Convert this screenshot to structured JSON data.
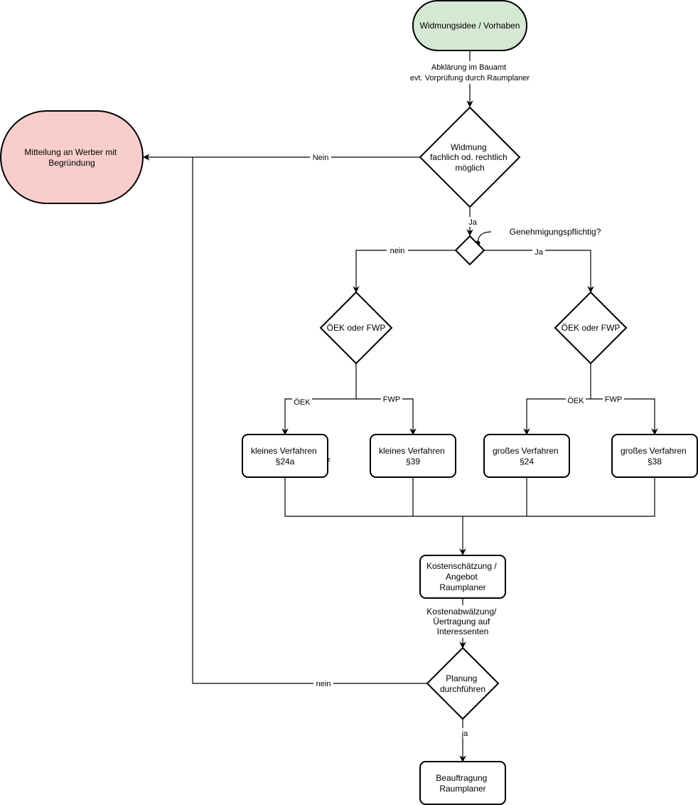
{
  "colors": {
    "start_fill": "#d5e8d4",
    "start_stroke": "#82b366",
    "end_fill": "#f8cecc",
    "end_stroke": "#b85450"
  },
  "nodes": {
    "start": "Widmungsidee / Vorhaben",
    "notification": [
      "Mitteilung an Werber mit",
      "Begründung"
    ],
    "decision_possible": [
      "Widmung",
      "fachlich od. rechtlich",
      "möglich"
    ],
    "approval_note": "Genehmigungspflichtig?",
    "oek_fwp_left": "ÖEK oder FWP",
    "oek_fwp_right": "ÖEK oder FWP",
    "small_24a": [
      "kleines Verfahren",
      "§24a"
    ],
    "small_39": [
      "kleines Verfahren",
      "§39"
    ],
    "large_24": [
      "großes Verfahren",
      "§24"
    ],
    "large_38": [
      "großes Verfahren",
      "§38"
    ],
    "cost": [
      "Kostenschätzung /",
      "Angebot",
      "Raumplaner"
    ],
    "planning": [
      "Planung",
      "durchführen"
    ],
    "commission": [
      "Beauftragung",
      "Raumplaner"
    ]
  },
  "edge_labels": {
    "clarification": [
      "Abklärung im Bauamt",
      "evt. Vorprüfung durch Raumplaner"
    ],
    "no_possible": "Nein",
    "yes_possible": "Ja",
    "approval_no": "nein",
    "approval_yes": "Ja",
    "left_oek": "ÖEK",
    "left_fwp": "FWP",
    "right_oek": "ÖEK",
    "right_fwp": "FWP",
    "cost_transfer": [
      "Kostenabwälzung/",
      "Üertragung auf",
      "Interessenten"
    ],
    "planning_no": "nein",
    "planning_yes": "ja",
    "stray_mark": "ε"
  }
}
